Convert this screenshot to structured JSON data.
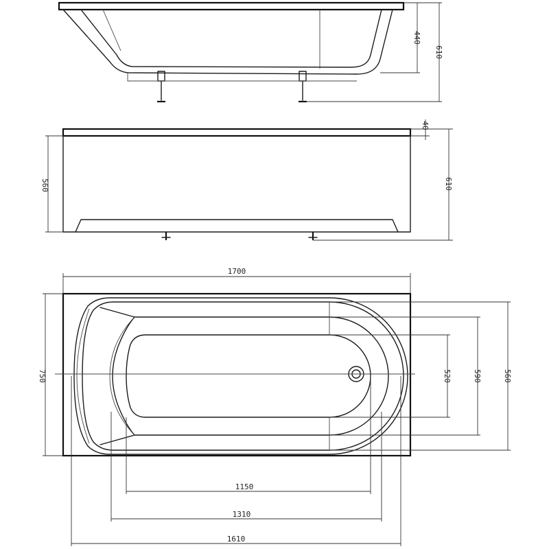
{
  "side_view_top": {
    "inner_depth": "440",
    "total_height": "610"
  },
  "front_view": {
    "rim": "40",
    "panel_height": "560",
    "total_height": "610"
  },
  "top_view": {
    "overall_length": "1700",
    "overall_width": "750",
    "inner_bottom_width": "520",
    "inner_mid_width": "590",
    "inner_top_width": "560",
    "bottom_length": "1150",
    "mid_length": "1310",
    "top_length": "1610"
  }
}
